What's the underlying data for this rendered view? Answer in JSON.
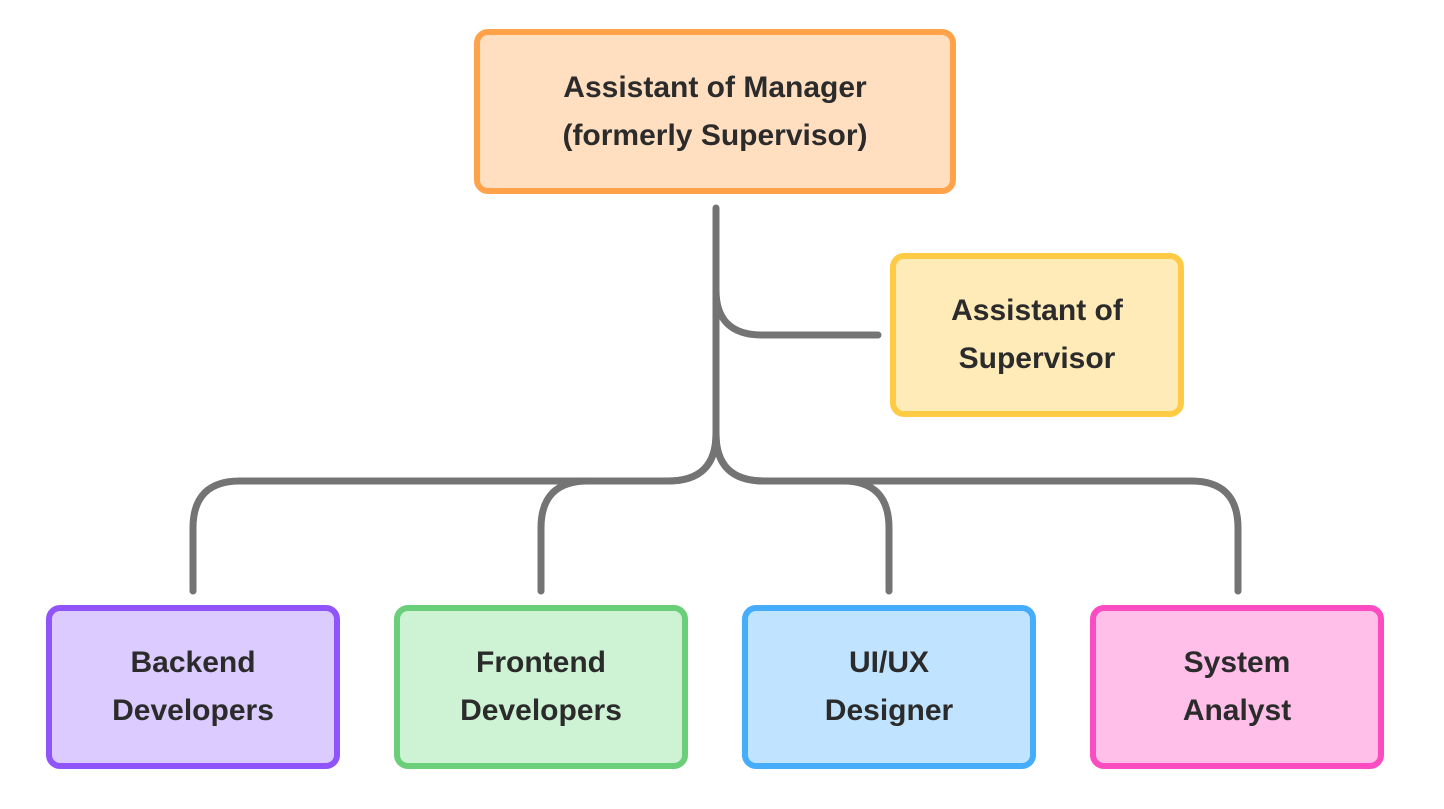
{
  "nodes": {
    "manager": {
      "label": "Assistant of Manager\n(formerly Supervisor)",
      "fill": "#FFDFC0",
      "border": "#FFA24A"
    },
    "assistant_supervisor": {
      "label": "Assistant of\nSupervisor",
      "fill": "#FFEBB8",
      "border": "#FFCB45"
    },
    "backend": {
      "label": "Backend\nDevelopers",
      "fill": "#DCCBFF",
      "border": "#8F55FA"
    },
    "frontend": {
      "label": "Frontend\nDevelopers",
      "fill": "#CDF3D4",
      "border": "#6ACF78"
    },
    "uiux": {
      "label": "UI/UX\nDesigner",
      "fill": "#C0E4FF",
      "border": "#45ADFB"
    },
    "analyst": {
      "label": "System\nAnalyst",
      "fill": "#FFBFE9",
      "border": "#FC4CC1"
    }
  },
  "connector_color": "#747474"
}
